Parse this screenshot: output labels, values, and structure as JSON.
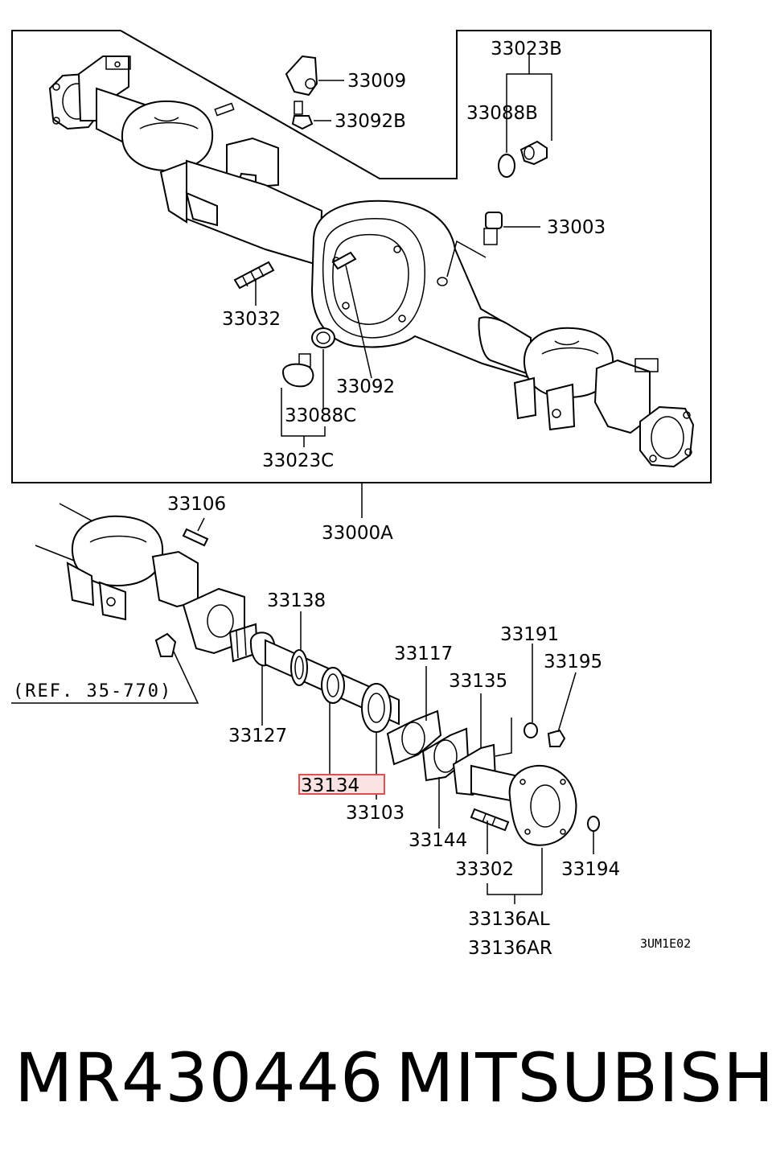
{
  "labels": {
    "p33023B": "33023B",
    "p33009": "33009",
    "p33092B": "33092B",
    "p33088B": "33088B",
    "p33003": "33003",
    "p33032": "33032",
    "p33092": "33092",
    "p33088C": "33088C",
    "p33023C": "33023C",
    "p33000A": "33000A",
    "p33106": "33106",
    "p33138": "33138",
    "p33117": "33117",
    "p33191": "33191",
    "p33195": "33195",
    "p33135": "33135",
    "ref": "(REF. 35-770)",
    "p33127": "33127",
    "p33134": "33134",
    "p33103": "33103",
    "p33144": "33144",
    "p33302": "33302",
    "p33194": "33194",
    "p33136AL": "33136AL",
    "p33136AR": "33136AR",
    "code": "3UM1E02"
  },
  "highlight": {
    "part": "33134",
    "color": "#e05050",
    "fill": "#fbe3e3"
  },
  "footer": {
    "part_number": "MR430446",
    "brand": "MITSUBISHI"
  }
}
